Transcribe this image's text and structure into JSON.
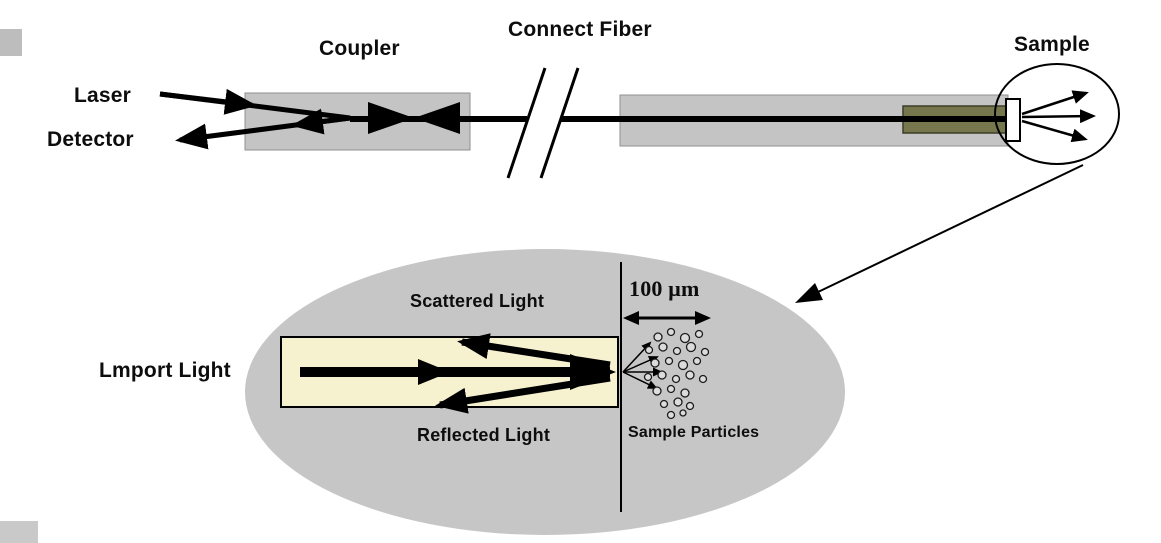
{
  "diagram": {
    "top": {
      "laser": "Laser",
      "detector": "Detector",
      "coupler": "Coupler",
      "connect_fiber": "Connect Fiber",
      "sample": "Sample"
    },
    "inset": {
      "import_light": "Lmport Light",
      "scattered_light": "Scattered Light",
      "reflected_light": "Reflected Light",
      "scale": "100 μm",
      "sample_particles": "Sample Particles"
    },
    "colors": {
      "box_gray": "#c4c4c4",
      "inset_gray": "#c6c6c6",
      "fiber_core_cream": "#f6f2d0",
      "probe_sleeve_olive": "#77774e",
      "ink": "#000000"
    }
  }
}
